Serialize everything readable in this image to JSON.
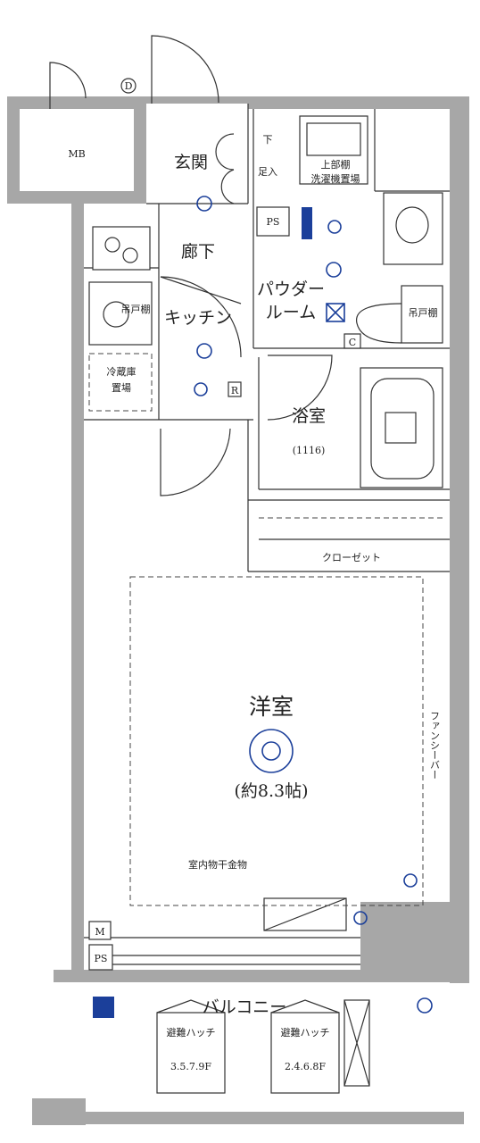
{
  "rooms": {
    "mb": "MB",
    "entrance": "玄関",
    "shoe_box_top": "下",
    "shoe_box_bottom": "足入",
    "washer_line1": "上部棚",
    "washer_line2": "洗濯機置場",
    "ps_upper": "PS",
    "hallway": "廊下",
    "powder_line1": "パウダー",
    "powder_line2": "ルーム",
    "kitchen": "キッチン",
    "hanging_shelf_left": "吊戸棚",
    "hanging_shelf_right": "吊戸棚",
    "fridge_line1": "冷蔵庫",
    "fridge_line2": "置場",
    "bath": "浴室",
    "bath_size": "(1116)",
    "closet": "クローゼット",
    "western_room": "洋室",
    "western_room_size": "(約8.3帖)",
    "fan_sea_bar": "ファンシーバー",
    "indoor_drying": "室内物干金物",
    "ps_lower": "PS",
    "balcony": "バルコニー",
    "hatch_left_title": "避難ハッチ",
    "hatch_left_floors": "3.5.7.9F",
    "hatch_right_title": "避難ハッチ",
    "hatch_right_floors": "2.4.6.8F"
  },
  "symbols": {
    "doorbell": "D",
    "range_hood": "R",
    "control_panel": "C",
    "meter": "M"
  },
  "icons": [
    "outlet-icon",
    "ceiling-light-icon",
    "ventilation-fan-icon",
    "lan-outlet-icon"
  ]
}
